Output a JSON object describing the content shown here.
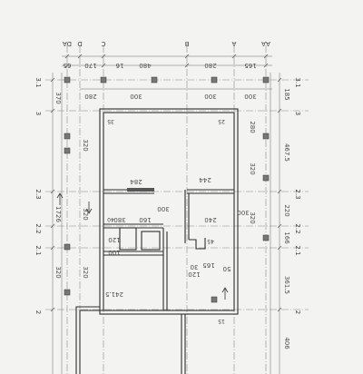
{
  "drawing": {
    "background": "#f3f3f1",
    "line_color": "#3a3a3a",
    "top_axes": [
      "DA",
      "D",
      "C",
      "B",
      "A",
      "AA"
    ],
    "top_dims": [
      "65",
      "170",
      "16",
      "480",
      "280",
      "165"
    ],
    "top_dims_2": [
      "280",
      "300",
      "300",
      "300"
    ],
    "left_axes": [
      "3.1",
      "3",
      "2.3",
      "2.2",
      "2.1",
      "2"
    ],
    "right_axes": [
      "3.1",
      "3",
      "2.3",
      "2.2",
      "2.1",
      "2"
    ],
    "left_dims": [
      "370",
      "320",
      "1726",
      "320",
      "320",
      "320"
    ],
    "right_dims": [
      "185",
      "467.5",
      "220",
      "166",
      "361.5",
      "406"
    ],
    "right_dims_2": [
      "280",
      "320",
      "320"
    ],
    "interior_dims": [
      "284",
      "300",
      "244",
      "380",
      "160",
      "240",
      "300",
      "165",
      "120",
      "120",
      "100",
      "30",
      "50",
      "241.5"
    ],
    "column_labels": [
      "25",
      "35",
      "45",
      "40",
      "15"
    ]
  }
}
